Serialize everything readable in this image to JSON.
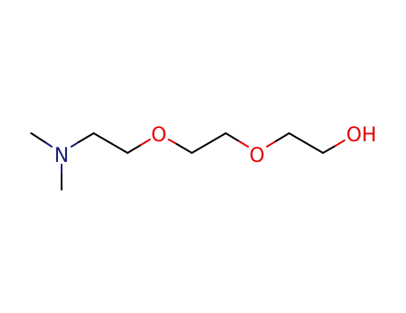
{
  "molecule": {
    "atoms": {
      "nitrogen": "N",
      "oxygen_1": "O",
      "oxygen_2": "O",
      "hydroxyl": "OH"
    },
    "colors": {
      "carbon_bond": "#000000",
      "nitrogen": "#1e1e78",
      "oxygen": "#e60000"
    }
  }
}
